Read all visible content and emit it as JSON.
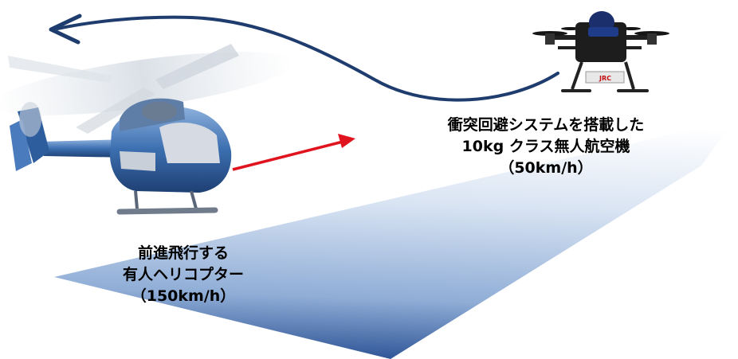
{
  "drone": {
    "caption_lines": [
      "衝突回避システムを搭載した",
      "10kg クラス無人航空機",
      "（50km/h）"
    ],
    "logo_text": "JRC"
  },
  "helicopter": {
    "caption_lines": [
      "前進飛行する",
      "有人ヘリコプター",
      "（150km/h）"
    ]
  },
  "colors": {
    "plane_light": "#ffffff",
    "plane_dark": "#2f5597",
    "avoid_arrow": "#1f3c6e",
    "approach_arrow": "#e0141e",
    "heli_body": "#3c6fb0"
  }
}
